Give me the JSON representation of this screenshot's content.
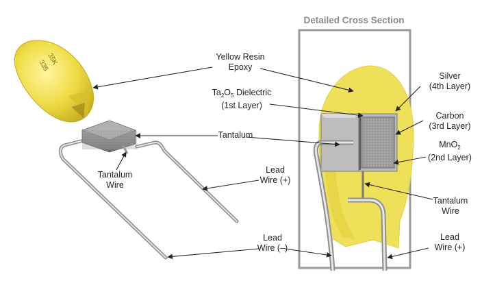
{
  "cross_section": {
    "title": "Detailed Cross Section"
  },
  "labels": {
    "yellow_resin": [
      "Yellow Resin",
      "Epoxy"
    ],
    "dielectric": {
      "line1_pre": "Ta",
      "line1_sub1": "2",
      "line1_mid": "O",
      "line1_sub2": "5",
      "line1_post": " Dielectric",
      "line2": "(1st Layer)"
    },
    "tantalum": "Tantalum",
    "tantalum_wire_left": [
      "Tantalum",
      "Wire"
    ],
    "lead_plus_left": [
      "Lead",
      "Wire (+)"
    ],
    "lead_minus": [
      "Lead",
      "Wire (–)"
    ],
    "silver": [
      "Silver",
      "(4th Layer)"
    ],
    "carbon": [
      "Carbon",
      "(3rd Layer)"
    ],
    "mno2": {
      "line1_pre": "MnO",
      "line1_sub": "2",
      "line2": "(2nd Layer)"
    },
    "tantalum_wire_right": [
      "Tantalum",
      "Wire"
    ],
    "lead_plus_right": [
      "Lead",
      "Wire (+)"
    ]
  },
  "capsule_marking": {
    "line1": "35K",
    "line2": "335"
  },
  "colors": {
    "resin": "#f2e04a",
    "resin_dark": "#d9c22a",
    "frame": "#9a9a9a",
    "wire": "#c9c9c9",
    "tantalum": "#8e8e8e",
    "arrow": "#222222"
  }
}
